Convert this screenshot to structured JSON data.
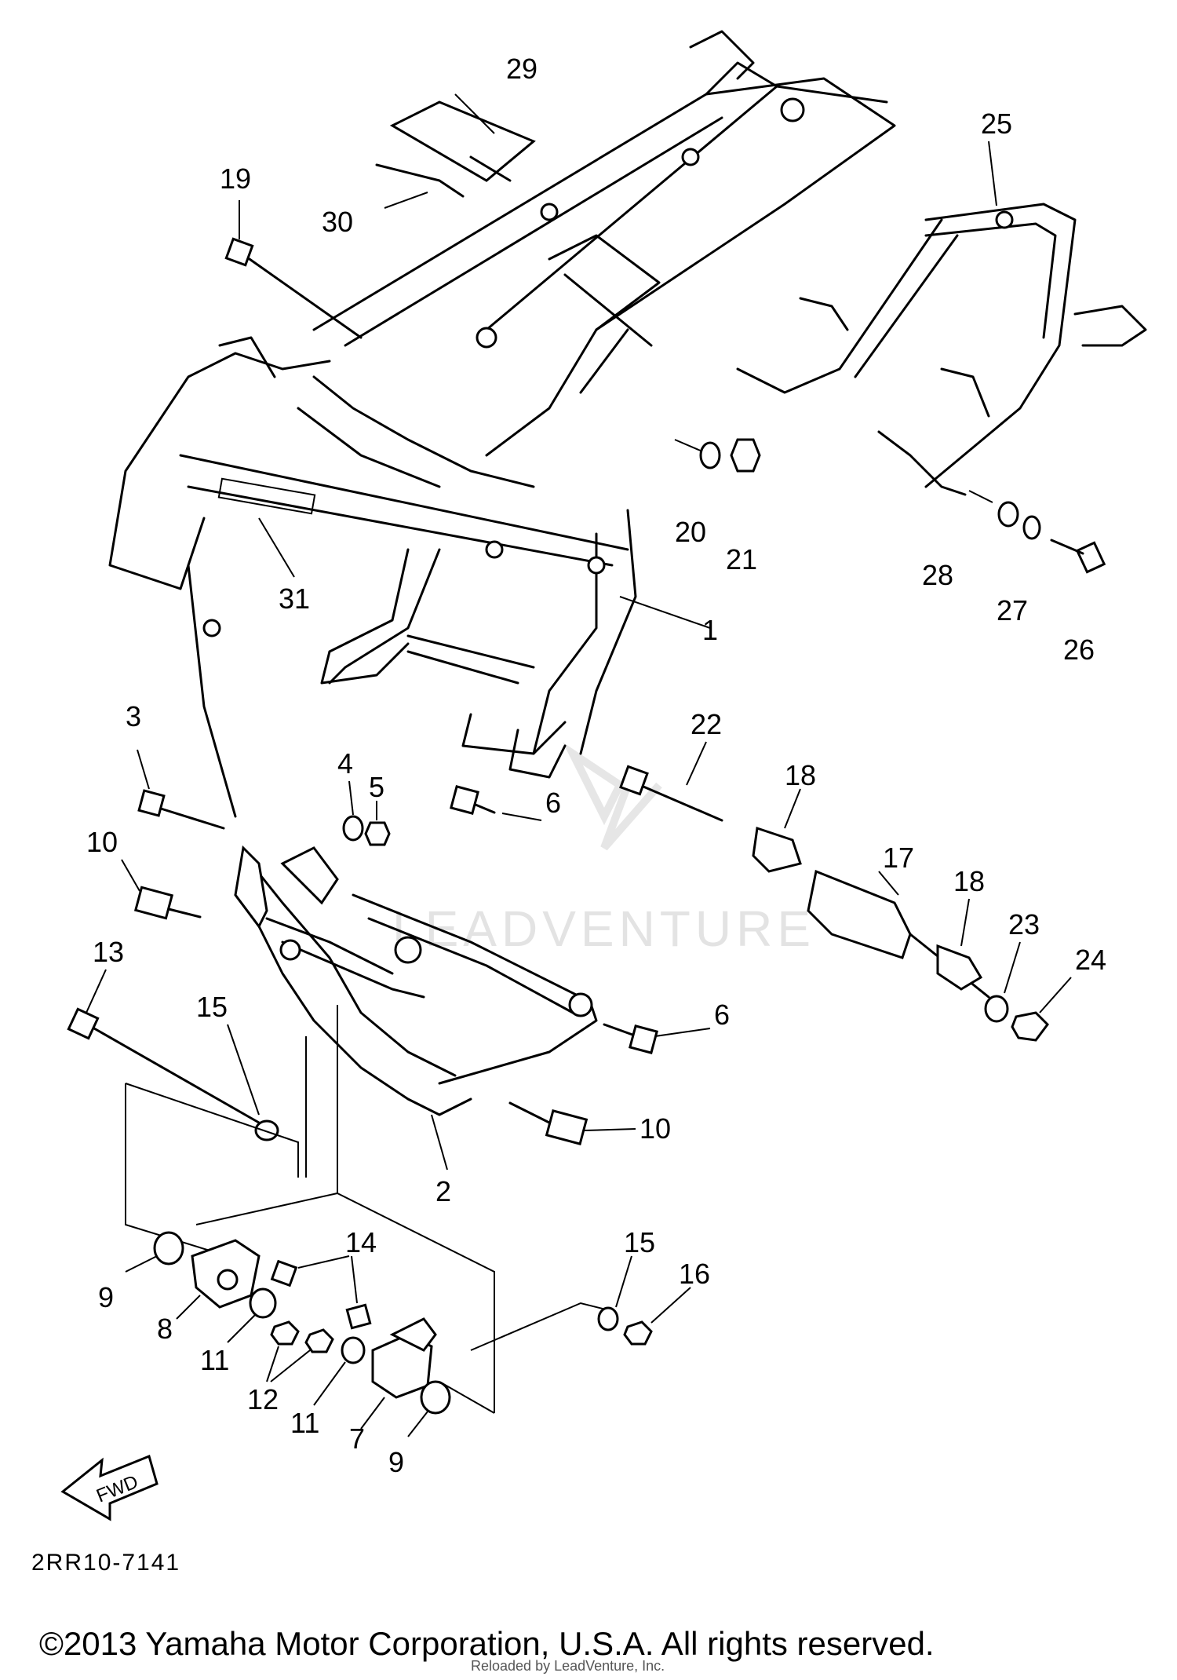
{
  "diagram": {
    "part_labels": [
      {
        "id": "1",
        "text": "1"
      },
      {
        "id": "2",
        "text": "2"
      },
      {
        "id": "3",
        "text": "3"
      },
      {
        "id": "4",
        "text": "4"
      },
      {
        "id": "5",
        "text": "5"
      },
      {
        "id": "6a",
        "text": "6"
      },
      {
        "id": "6b",
        "text": "6"
      },
      {
        "id": "7",
        "text": "7"
      },
      {
        "id": "8",
        "text": "8"
      },
      {
        "id": "9a",
        "text": "9"
      },
      {
        "id": "9b",
        "text": "9"
      },
      {
        "id": "10a",
        "text": "10"
      },
      {
        "id": "10b",
        "text": "10"
      },
      {
        "id": "11a",
        "text": "11"
      },
      {
        "id": "11b",
        "text": "11"
      },
      {
        "id": "12",
        "text": "12"
      },
      {
        "id": "13",
        "text": "13"
      },
      {
        "id": "14",
        "text": "14"
      },
      {
        "id": "15a",
        "text": "15"
      },
      {
        "id": "15b",
        "text": "15"
      },
      {
        "id": "16",
        "text": "16"
      },
      {
        "id": "17",
        "text": "17"
      },
      {
        "id": "18a",
        "text": "18"
      },
      {
        "id": "18b",
        "text": "18"
      },
      {
        "id": "19",
        "text": "19"
      },
      {
        "id": "20",
        "text": "20"
      },
      {
        "id": "21",
        "text": "21"
      },
      {
        "id": "22",
        "text": "22"
      },
      {
        "id": "23",
        "text": "23"
      },
      {
        "id": "24",
        "text": "24"
      },
      {
        "id": "25",
        "text": "25"
      },
      {
        "id": "26",
        "text": "26"
      },
      {
        "id": "27",
        "text": "27"
      },
      {
        "id": "28",
        "text": "28"
      },
      {
        "id": "29",
        "text": "29"
      },
      {
        "id": "30",
        "text": "30"
      },
      {
        "id": "31",
        "text": "31"
      }
    ],
    "fwd_label": "FWD",
    "diagram_code": "2RR10-7141"
  },
  "footer": {
    "copyright": "©2013 Yamaha Motor Corporation, U.S.A. All rights reserved.",
    "credit": "Reloaded by LeadVenture, Inc."
  },
  "watermark": {
    "text": "LEADVENTURE"
  }
}
